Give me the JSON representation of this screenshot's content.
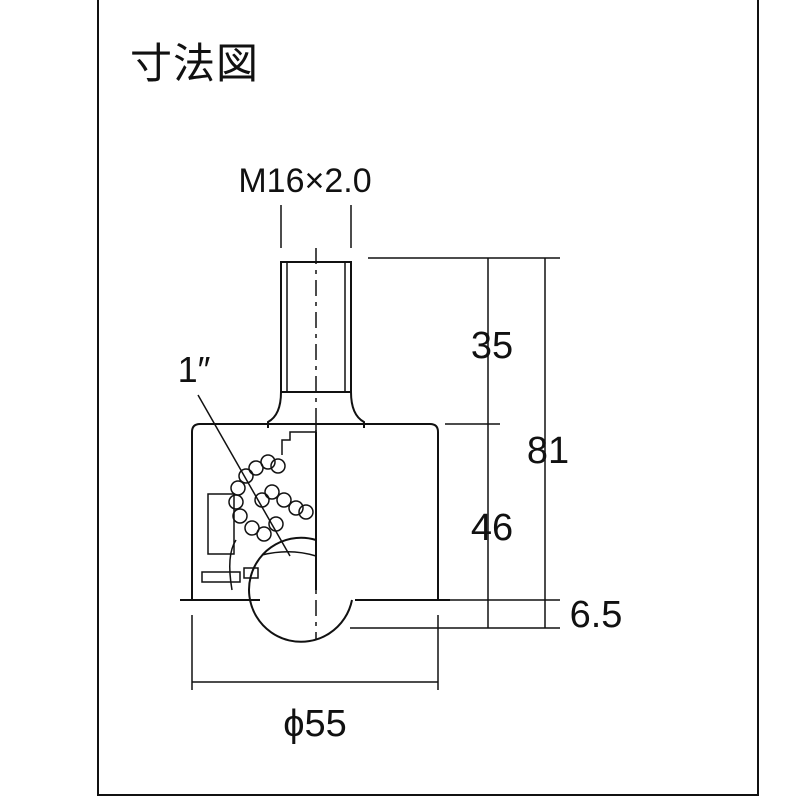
{
  "title": "寸法図",
  "dimensions": {
    "thread": "M16×2.0",
    "stud_length": "35",
    "body_height": "46",
    "total_height": "81",
    "ball_protrusion": "6.5",
    "diameter": "ϕ55",
    "ball_size": "1″"
  }
}
